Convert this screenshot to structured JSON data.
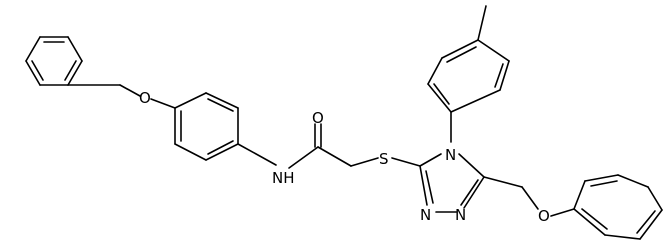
{
  "atoms": {
    "o_benzyloxy": "O",
    "nh_amide": "NH",
    "o_carbonyl": "O",
    "s_thioether": "S",
    "n4_triazole": "N",
    "n2_triazole": "N",
    "n1_triazole": "N",
    "o_phenoxy": "O"
  },
  "colors": {
    "bond": "#000000",
    "label": "#000000",
    "background": "#ffffff"
  }
}
